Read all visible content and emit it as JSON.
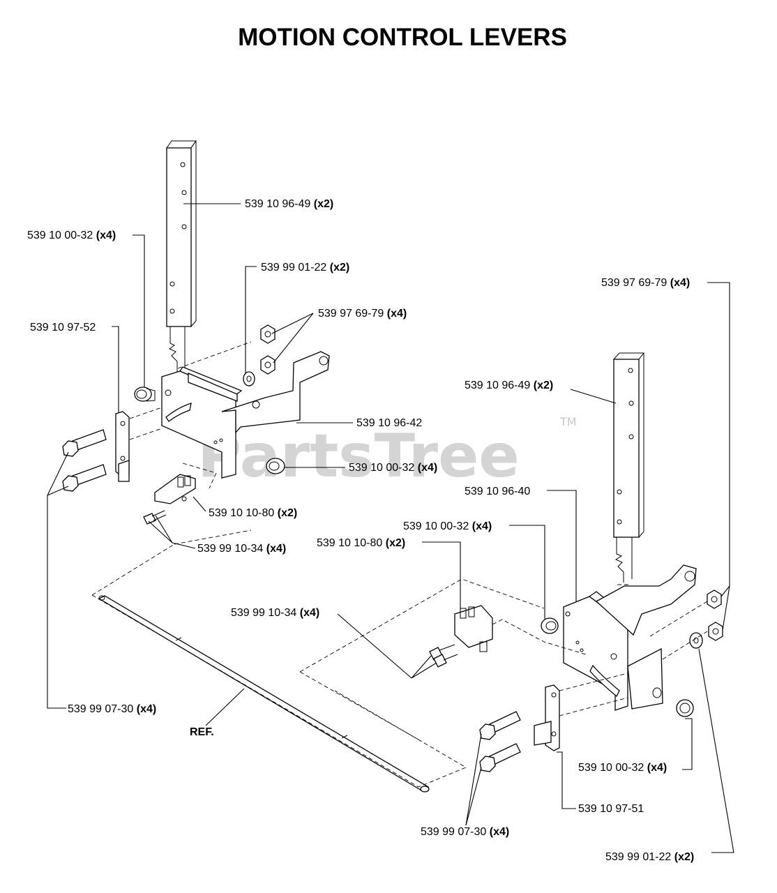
{
  "title": "MOTION CONTROL LEVERS",
  "watermark": {
    "text": "PartsTree",
    "trademark": "TM"
  },
  "ref_label": "REF.",
  "callouts": [
    {
      "id": "l-lever",
      "part": "539 10 96-49",
      "qty": "(x2)"
    },
    {
      "id": "l-bushing-top",
      "part": "539 10 00-32",
      "qty": "(x4)"
    },
    {
      "id": "l-washer",
      "part": "539 99 01-22",
      "qty": "(x2)"
    },
    {
      "id": "l-nuts",
      "part": "539 97 69-79",
      "qty": "(x4)"
    },
    {
      "id": "l-plate",
      "part": "539 10 97-52",
      "qty": ""
    },
    {
      "id": "l-bracket",
      "part": "539 10 96-42",
      "qty": ""
    },
    {
      "id": "l-bushing-bottom",
      "part": "539 10 00-32",
      "qty": "(x4)"
    },
    {
      "id": "l-switch",
      "part": "539 10 10-80",
      "qty": "(x2)"
    },
    {
      "id": "l-screws",
      "part": "539 99 10-34",
      "qty": "(x4)"
    },
    {
      "id": "l-bolts",
      "part": "539 99 07-30",
      "qty": "(x4)"
    },
    {
      "id": "r-nuts",
      "part": "539 97 69-79",
      "qty": "(x4)"
    },
    {
      "id": "r-lever",
      "part": "539 10 96-49",
      "qty": "(x2)"
    },
    {
      "id": "r-bracket",
      "part": "539 10 96-40",
      "qty": ""
    },
    {
      "id": "r-bushing-top",
      "part": "539 10 00-32",
      "qty": "(x4)"
    },
    {
      "id": "r-switch",
      "part": "539 10 10-80",
      "qty": "(x2)"
    },
    {
      "id": "r-screws",
      "part": "539 99 10-34",
      "qty": "(x4)"
    },
    {
      "id": "r-bushing-bottom",
      "part": "539 10 00-32",
      "qty": "(x4)"
    },
    {
      "id": "r-plate",
      "part": "539 10 97-51",
      "qty": ""
    },
    {
      "id": "r-bolts",
      "part": "539 99 07-30",
      "qty": "(x4)"
    },
    {
      "id": "r-washer",
      "part": "539 99 01-22",
      "qty": "(x2)"
    }
  ]
}
